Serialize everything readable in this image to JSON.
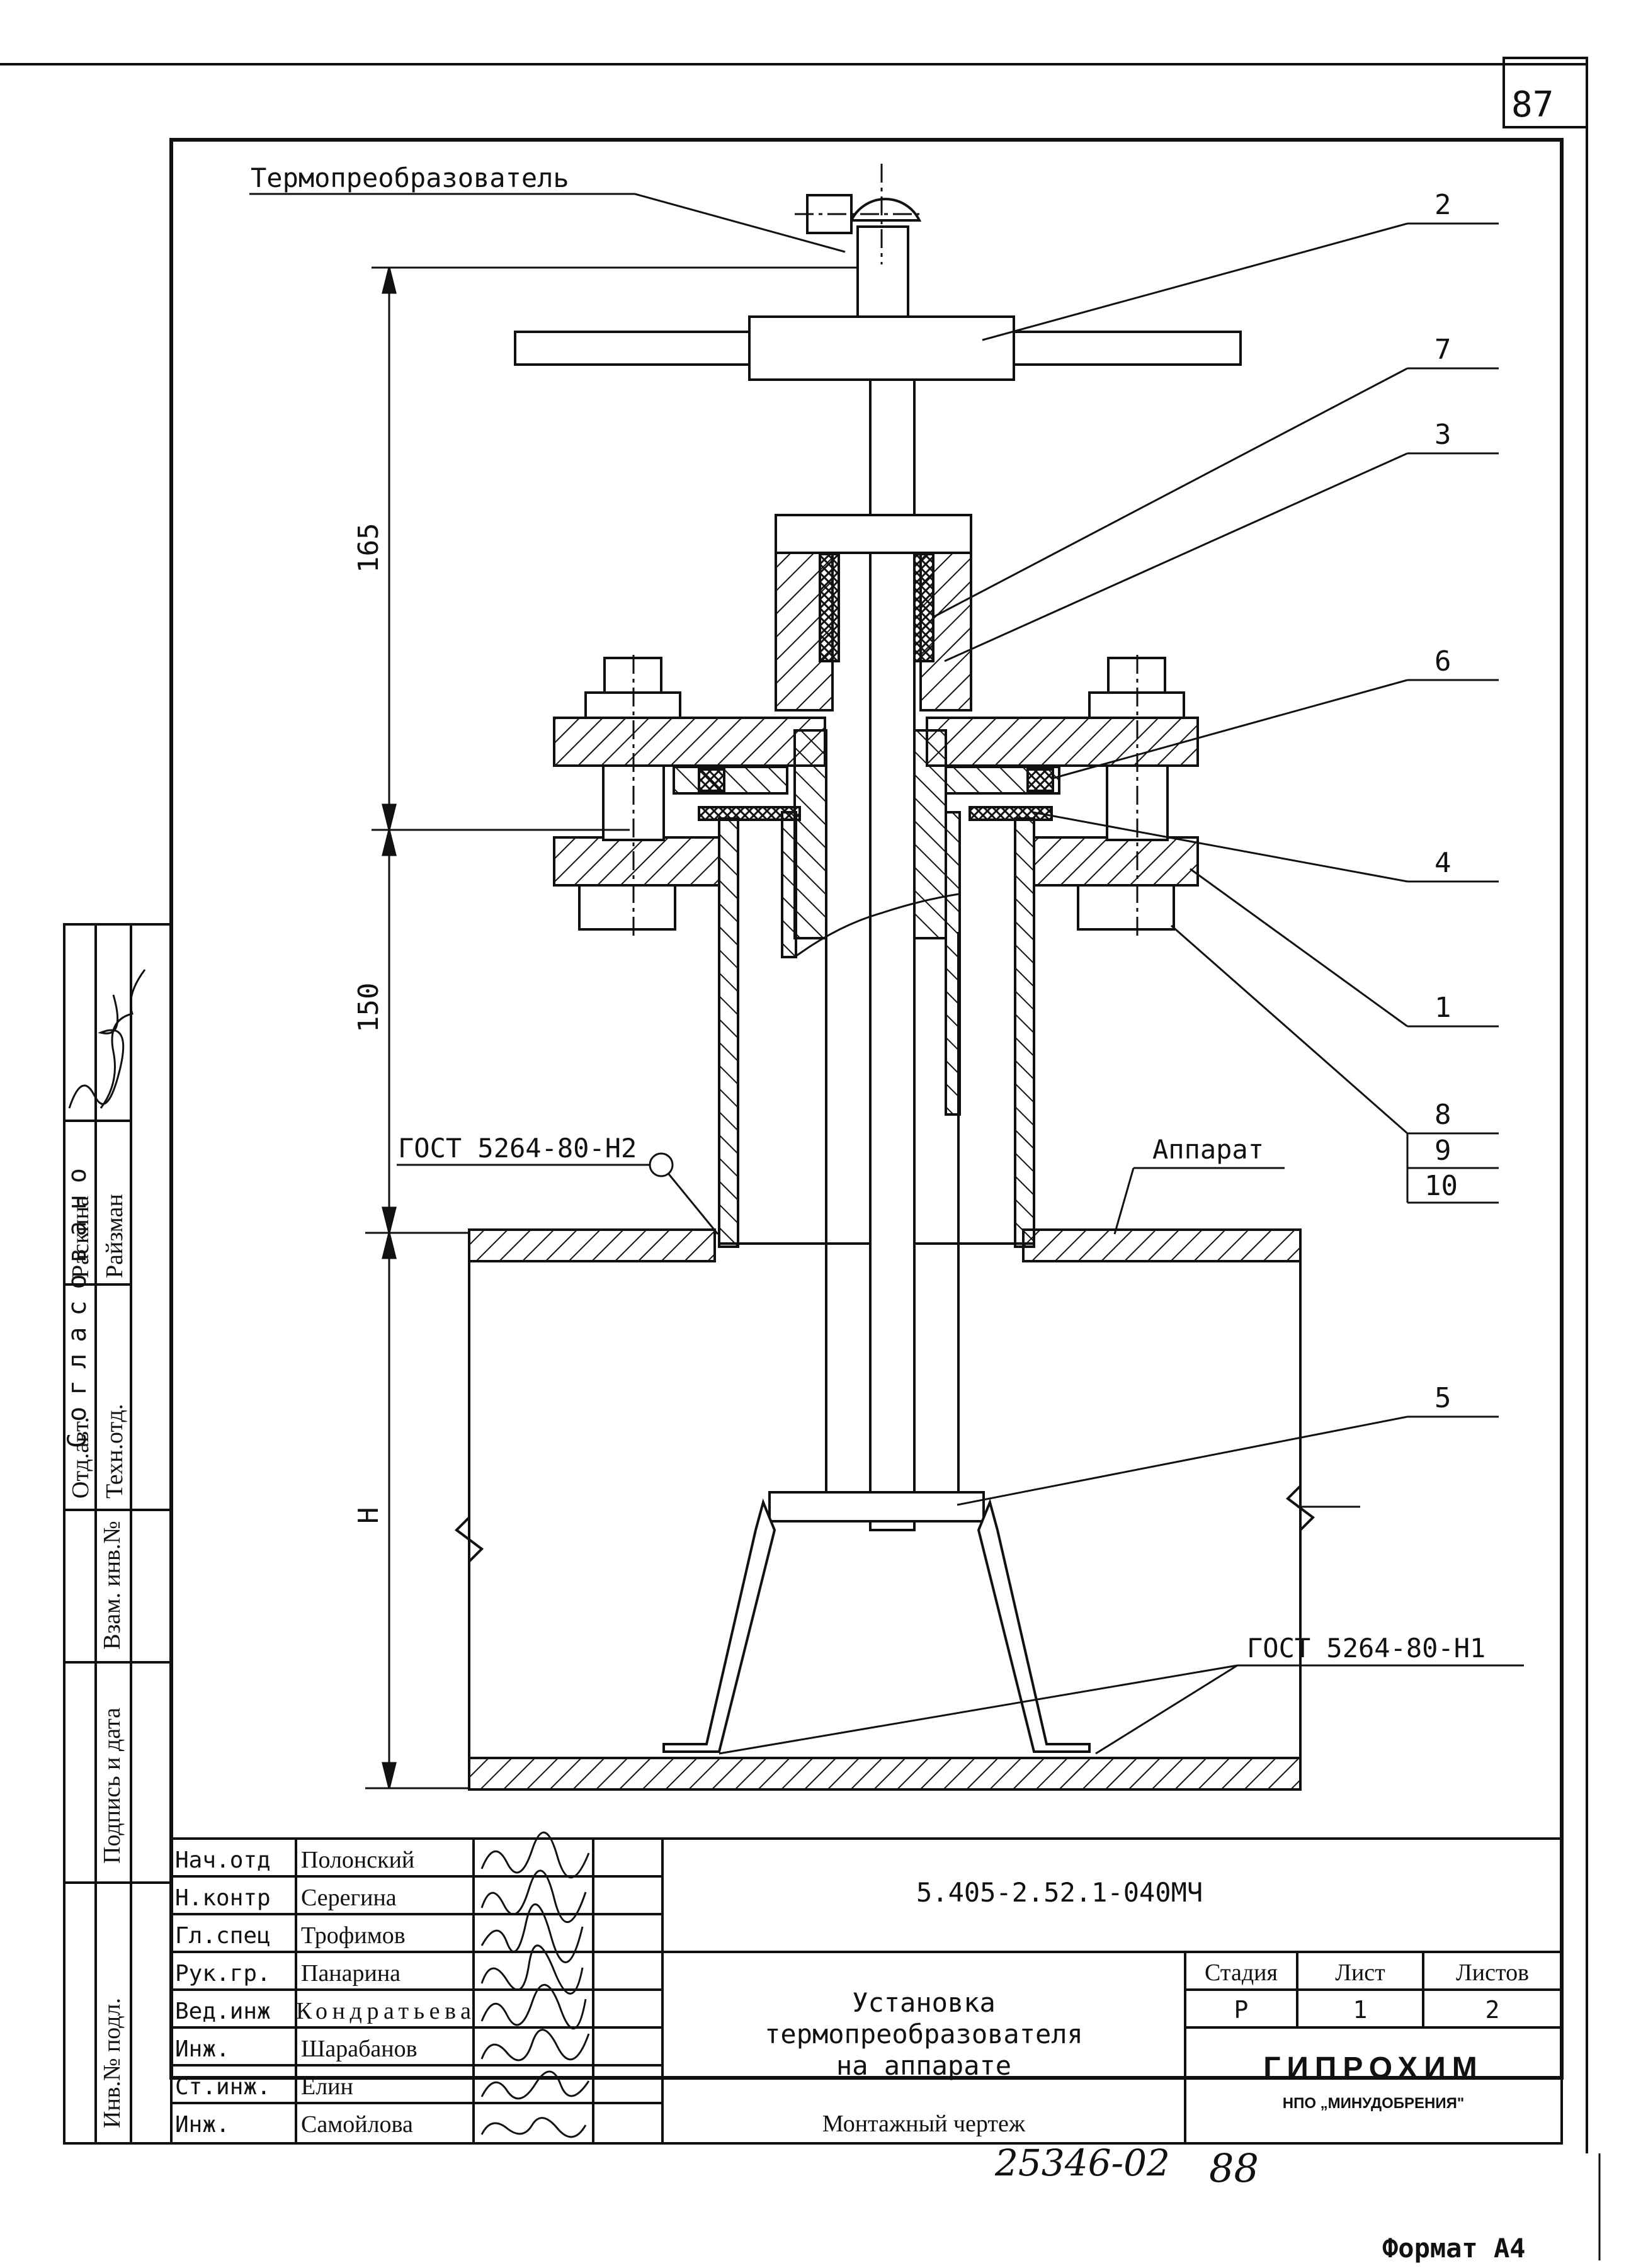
{
  "page_number": "87",
  "drawing": {
    "sensor_label": "Термопреобразователь",
    "apparatus_label": "Аппарат",
    "weld_top": "ГОСТ 5264-80-Н2",
    "weld_bottom": "ГОСТ 5264-80-Н1",
    "dims": [
      "165",
      "150",
      "H"
    ],
    "callouts": [
      "2",
      "7",
      "3",
      "6",
      "4",
      "1",
      "8",
      "9",
      "10",
      "5"
    ]
  },
  "side_stamp": {
    "header": "Согласовано",
    "roles": [
      "Отд.авт.",
      "Техн.отд."
    ],
    "names": [
      "Раскина",
      "Райзман"
    ],
    "fields": [
      "Взам. инв.№",
      "Подпись и дата",
      "Инв.№ подл."
    ]
  },
  "title_block": {
    "staff": [
      {
        "role": "Нач.отд",
        "name": "Полонский"
      },
      {
        "role": "Н.контр",
        "name": "Серегина"
      },
      {
        "role": "Гл.спец",
        "name": "Трофимов"
      },
      {
        "role": "Рук.гр.",
        "name": "Панарина"
      },
      {
        "role": "Вед.инж",
        "name": "Кондратьева"
      },
      {
        "role": "Инж.",
        "name": "Шарабанов"
      },
      {
        "role": "Ст.инж.",
        "name": "Елин"
      },
      {
        "role": "Инж.",
        "name": "Самойлова"
      }
    ],
    "doc_code": "5.405-2.52.1-040МЧ",
    "title_lines": [
      "Установка",
      "термопреобразователя",
      "на аппарате"
    ],
    "subtitle": "Монтажный чертеж",
    "stage_header": "Стадия",
    "sheet_header": "Лист",
    "sheets_header": "Листов",
    "stage": "Р",
    "sheet": "1",
    "sheets": "2",
    "org_name": "ГИПРОХИМ",
    "org_sub": "НПО „МИНУДОБРЕНИЯ\""
  },
  "archive_number": "25346-02",
  "archive_page": "88",
  "format_label": "Формат А4"
}
